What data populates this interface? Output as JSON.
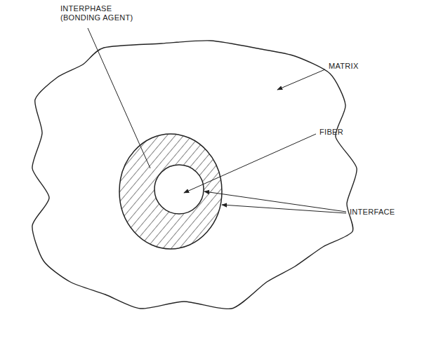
{
  "diagram": {
    "labels": [
      "INTERPHASE (BONDING AGENT)",
      "MATRIX",
      "FIBER",
      "INTERFACE"
    ]
  }
}
